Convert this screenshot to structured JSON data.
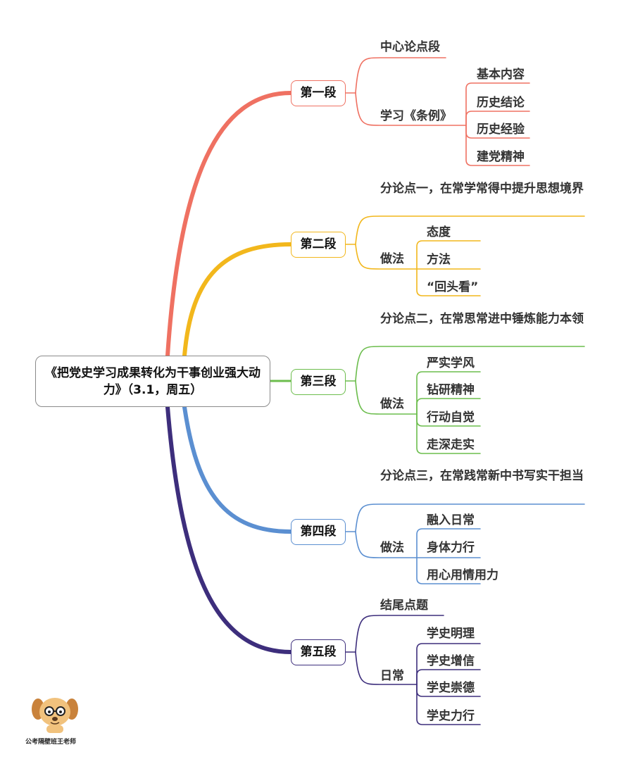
{
  "title": "《把党史学习成果转化为干事创业强大动力》（3.1，周五）",
  "colors": {
    "s1": "#ef7162",
    "s2": "#f2b71c",
    "s3": "#6cbd4d",
    "s4": "#5b8fd1",
    "s5": "#3d2e7c"
  },
  "sections": [
    {
      "label": "第一段",
      "point": "中心论点段",
      "sub_label": "学习《条例》",
      "items": [
        "基本内容",
        "历史结论",
        "历史经验",
        "建党精神"
      ]
    },
    {
      "label": "第二段",
      "point": "分论点一，在常学常得中提升思想境界",
      "sub_label": "做法",
      "items": [
        "态度",
        "方法",
        "“回头看”"
      ]
    },
    {
      "label": "第三段",
      "point": "分论点二，在常思常进中锤炼能力本领",
      "sub_label": "做法",
      "items": [
        "严实学风",
        "钻研精神",
        "行动自觉",
        "走深走实"
      ]
    },
    {
      "label": "第四段",
      "point": "分论点三，在常践常新中书写实干担当",
      "sub_label": "做法",
      "items": [
        "融入日常",
        "身体力行",
        "用心用情用力"
      ]
    },
    {
      "label": "第五段",
      "point": "结尾点题",
      "sub_label": "日常",
      "items": [
        "学史明理",
        "学史增信",
        "学史崇德",
        "学史力行"
      ]
    }
  ],
  "watermark": "公考隔壁班王老师",
  "mascot_icon": "dog-with-glasses-icon"
}
